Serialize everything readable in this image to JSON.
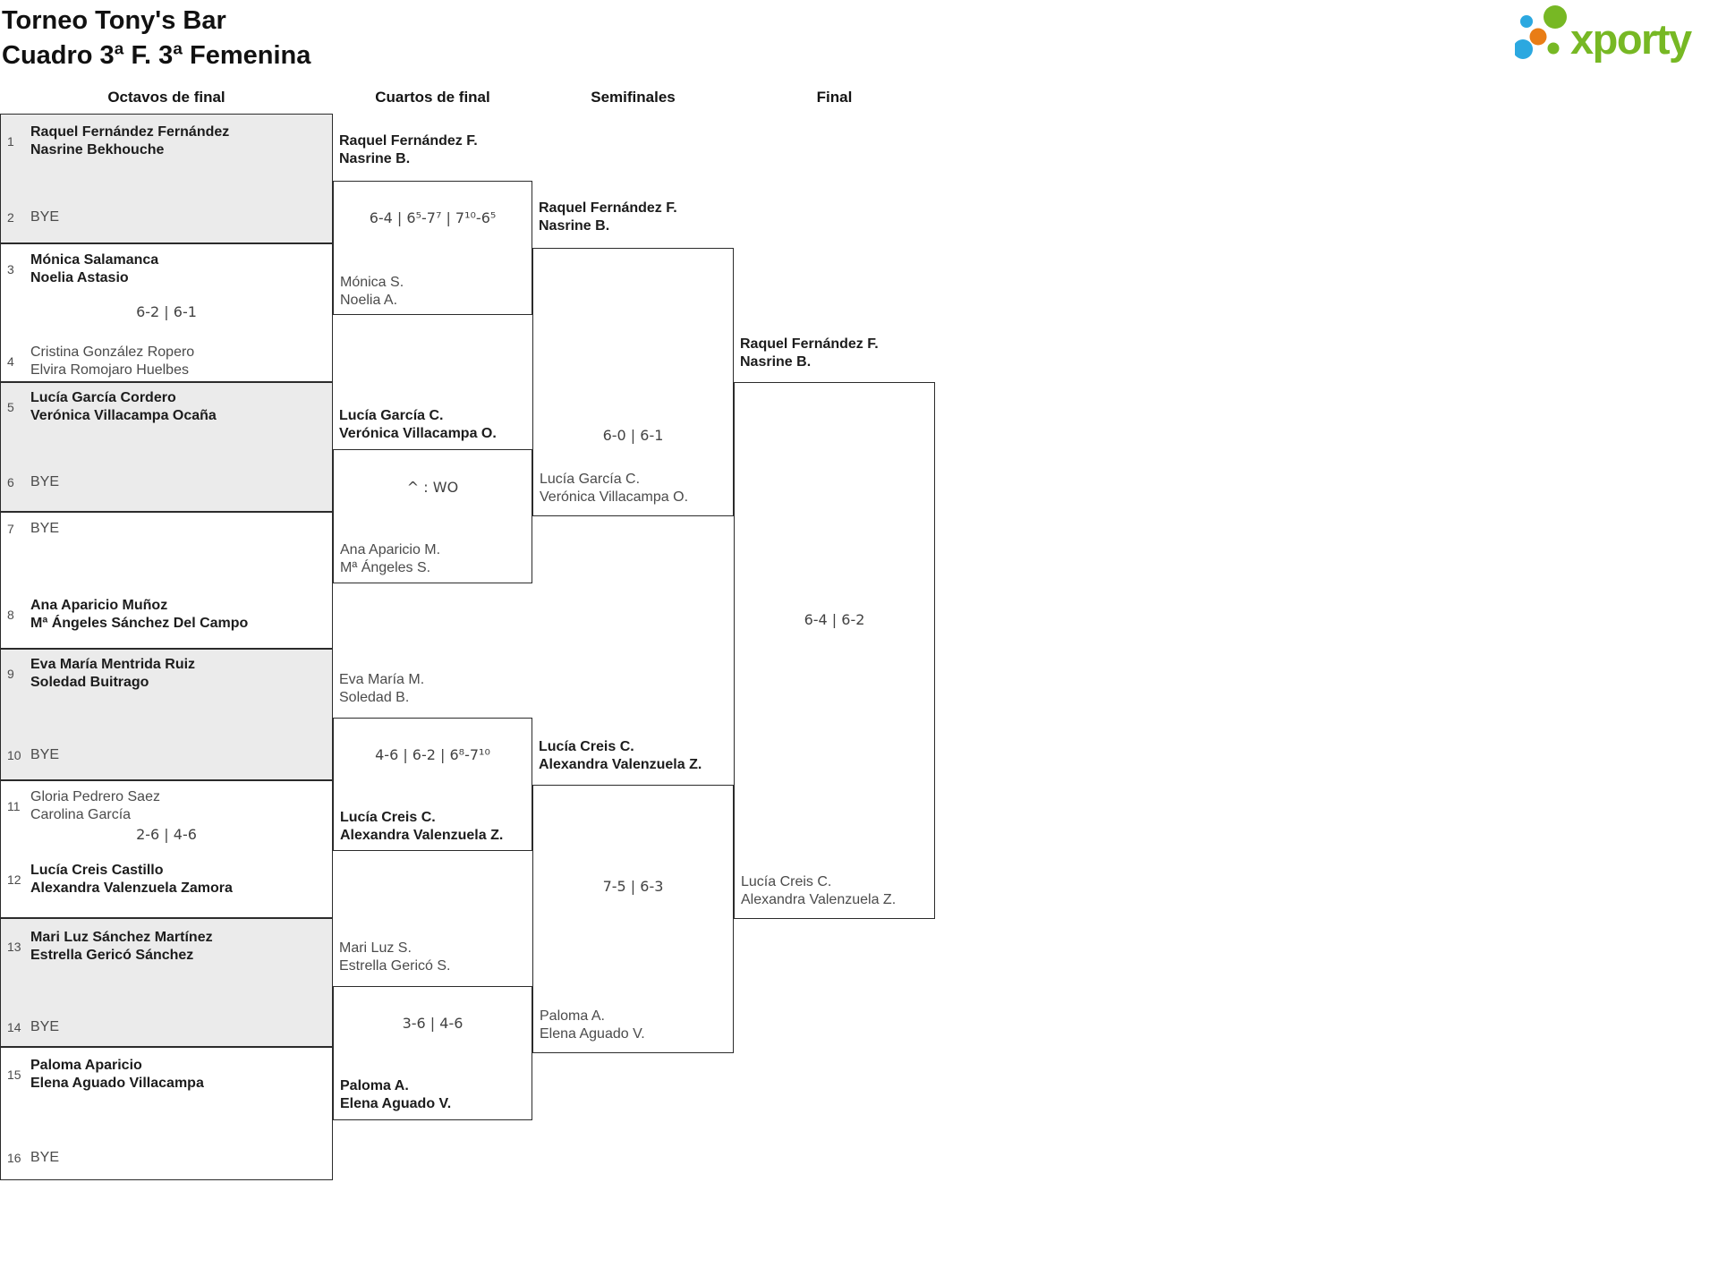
{
  "title": {
    "line1": "Torneo Tony's Bar",
    "line2": "Cuadro 3ª F. 3ª Femenina"
  },
  "logo": {
    "brand": "xporty"
  },
  "colors": {
    "brand_green": "#77b824",
    "brand_blue": "#2ba8e0",
    "brand_orange": "#e97d15",
    "box_gray": "#ebebeb",
    "border": "#2b2b2b"
  },
  "rounds": {
    "r16_header": "Octavos de final",
    "qf_header": "Cuartos de final",
    "sf_header": "Semifinales",
    "final_header": "Final"
  },
  "r16": {
    "m1": {
      "s1": "1",
      "p1a": "Raquel Fernández Fernández",
      "p1b": "Nasrine Bekhouche",
      "s2": "2",
      "p2a": "BYE",
      "winner": "p1"
    },
    "m2": {
      "s1": "3",
      "p1a": "Mónica Salamanca",
      "p1b": "Noelia Astasio",
      "score": "6-2 | 6-1",
      "s2": "4",
      "p2a": "Cristina González Ropero",
      "p2b": "Elvira Romojaro Huelbes",
      "winner": "p1"
    },
    "m3": {
      "s1": "5",
      "p1a": "Lucía García Cordero",
      "p1b": "Verónica Villacampa Ocaña",
      "s2": "6",
      "p2a": "BYE",
      "winner": "p1"
    },
    "m4": {
      "s1": "7",
      "p1a": "BYE",
      "s2": "8",
      "p2a": "Ana Aparicio Muñoz",
      "p2b": "Mª Ángeles Sánchez Del Campo",
      "winner": "p2"
    },
    "m5": {
      "s1": "9",
      "p1a": "Eva María Mentrida Ruiz",
      "p1b": "Soledad Buitrago",
      "s2": "10",
      "p2a": "BYE",
      "winner": "p1"
    },
    "m6": {
      "s1": "11",
      "p1a": "Gloria Pedrero Saez",
      "p1b": "Carolina García",
      "score": "2-6 | 4-6",
      "s2": "12",
      "p2a": "Lucía Creis Castillo",
      "p2b": "Alexandra Valenzuela Zamora",
      "winner": "p2"
    },
    "m7": {
      "s1": "13",
      "p1a": "Mari Luz Sánchez Martínez",
      "p1b": "Estrella Gericó Sánchez",
      "s2": "14",
      "p2a": "BYE",
      "winner": "p1"
    },
    "m8": {
      "s1": "15",
      "p1a": "Paloma Aparicio",
      "p1b": "Elena Aguado Villacampa",
      "s2": "16",
      "p2a": "BYE",
      "winner": "p1"
    }
  },
  "qf": {
    "m1": {
      "p1a": "Raquel Fernández F.",
      "p1b": "Nasrine B.",
      "score": "6-4 | 6⁵-7⁷ | 7¹⁰-6⁵",
      "p2a": "Mónica S.",
      "p2b": "Noelia A.",
      "winner": "p1"
    },
    "m2": {
      "p1a": "Lucía García C.",
      "p1b": "Verónica Villacampa O.",
      "score": "^ : WO",
      "p2a": "Ana Aparicio M.",
      "p2b": "Mª Ángeles S.",
      "winner": "p1"
    },
    "m3": {
      "p1a": "Eva María M.",
      "p1b": "Soledad B.",
      "score": "4-6 | 6-2 | 6⁸-7¹⁰",
      "p2a": "Lucía Creis C.",
      "p2b": "Alexandra Valenzuela Z.",
      "winner": "p2"
    },
    "m4": {
      "p1a": "Mari Luz S.",
      "p1b": "Estrella Gericó S.",
      "score": "3-6 | 4-6",
      "p2a": "Paloma A.",
      "p2b": "Elena Aguado V.",
      "winner": "p2"
    }
  },
  "sf": {
    "m1": {
      "p1a": "Raquel Fernández F.",
      "p1b": "Nasrine B.",
      "score": "6-0 | 6-1",
      "p2a": "Lucía García C.",
      "p2b": "Verónica Villacampa O.",
      "winner": "p1"
    },
    "m2": {
      "p1a": "Lucía Creis C.",
      "p1b": "Alexandra Valenzuela Z.",
      "score": "7-5 | 6-3",
      "p2a": "Paloma A.",
      "p2b": "Elena Aguado V.",
      "winner": "p1"
    }
  },
  "final": {
    "m1": {
      "p1a": "Raquel Fernández F.",
      "p1b": "Nasrine B.",
      "score": "6-4 | 6-2",
      "p2a": "Lucía Creis C.",
      "p2b": "Alexandra Valenzuela Z.",
      "winner": "p1"
    }
  }
}
